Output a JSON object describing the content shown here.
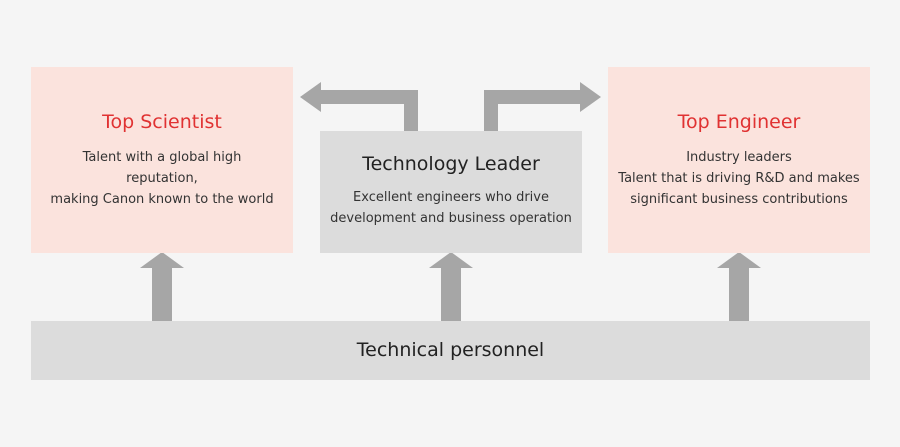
{
  "top_scientist": {
    "title": "Top Scientist",
    "lines": [
      "Talent with a global high",
      "reputation,",
      "making Canon known to the world"
    ]
  },
  "technology_leader": {
    "title": "Technology Leader",
    "lines": [
      "Excellent engineers who drive",
      "development and business operation"
    ]
  },
  "top_engineer": {
    "title": "Top Engineer",
    "lines": [
      "Industry leaders",
      "Talent that is driving R&D and makes",
      "significant business contributions"
    ]
  },
  "technical_personnel": {
    "title": "Technical personnel"
  },
  "colors": {
    "background": "#f5f5f5",
    "pink_box": "#fbe3dd",
    "gray_box": "#dcdcdc",
    "arrow": "#a6a6a6",
    "accent_red": "#e03232"
  }
}
